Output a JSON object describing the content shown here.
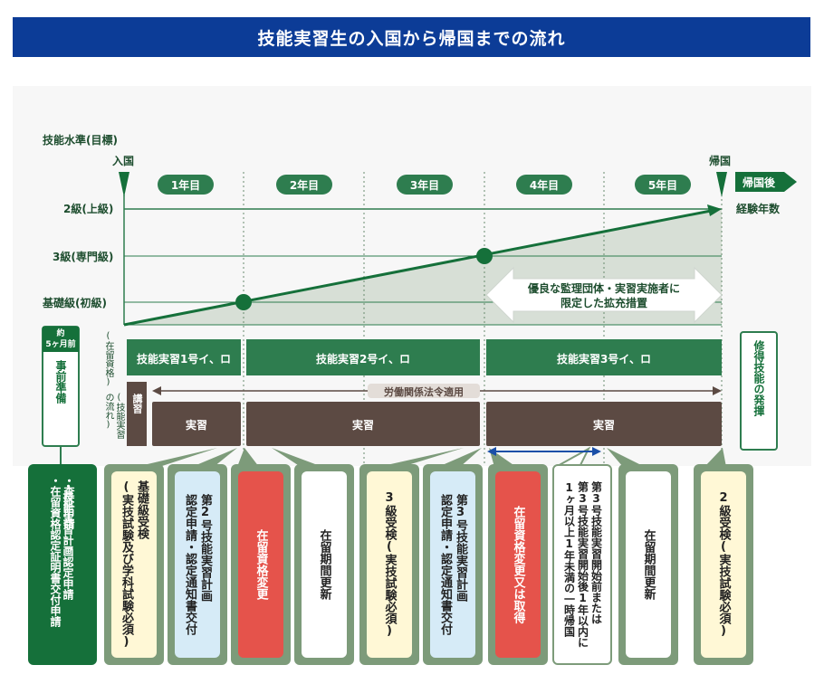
{
  "header": {
    "title": "技能実習生の入国から帰国までの流れ"
  },
  "chart": {
    "skill_level_title": "技能水準(目標)",
    "entry_label": "入国",
    "return_label": "帰国",
    "after_return_label": "帰国後",
    "years_experience_label": "経験年数",
    "years": [
      "1年目",
      "2年目",
      "3年目",
      "4年目",
      "5年目"
    ],
    "levels": {
      "grade2": "2級(上級)",
      "grade3": "3級(専門級)",
      "basic": "基礎級(初級)"
    },
    "expansion_note": "優良な監理団体・実習実施者に\n限定した拡充措置",
    "status_label": "(在留資格)",
    "flow_label": "(技能実習の流れ)",
    "status_bars": [
      "技能実習1号イ、ロ",
      "技能実習2号イ、ロ",
      "技能実習3号イ、ロ"
    ],
    "labor_law": "労働関係法令適用",
    "lecture": "講習",
    "practice": "実習",
    "prep_duration": "約\n5ヶ月前",
    "prep_label": "事前準備",
    "mastery": "修得技能の発揮"
  },
  "steps": {
    "prep_main": "・技能実習計画認定申請",
    "prep_arrow": "→",
    "prep_sub": "・査証申請\n・在留資格認定証明書交付申請",
    "s1": "基礎級受検\n(実技試験及び学科試験必須)",
    "s2": "第2号技能実習計画\n認定申請・認定通知書交付",
    "s3": "在留資格変更",
    "s4": "在留期間更新",
    "s5": "3級受検(実技試験必須)",
    "s6": "第3号技能実習計画\n認定申請・認定通知書交付",
    "s7": "在留資格変更又は取得",
    "s8": "第3号技能実習開始前または\n第3号技能実習開始後1年以内に\n1ヶ月以上1年未満の一時帰国",
    "s9": "在留期間更新",
    "s10": "2級受検(実技試験必須)"
  },
  "colors": {
    "green": "#2e7d4f",
    "dark_green": "#15703a",
    "brown": "#5c4a43",
    "red": "#e5534b",
    "yellow": "#fff8d6",
    "blue": "#d6ebf7",
    "navy": "#0c3c97"
  }
}
